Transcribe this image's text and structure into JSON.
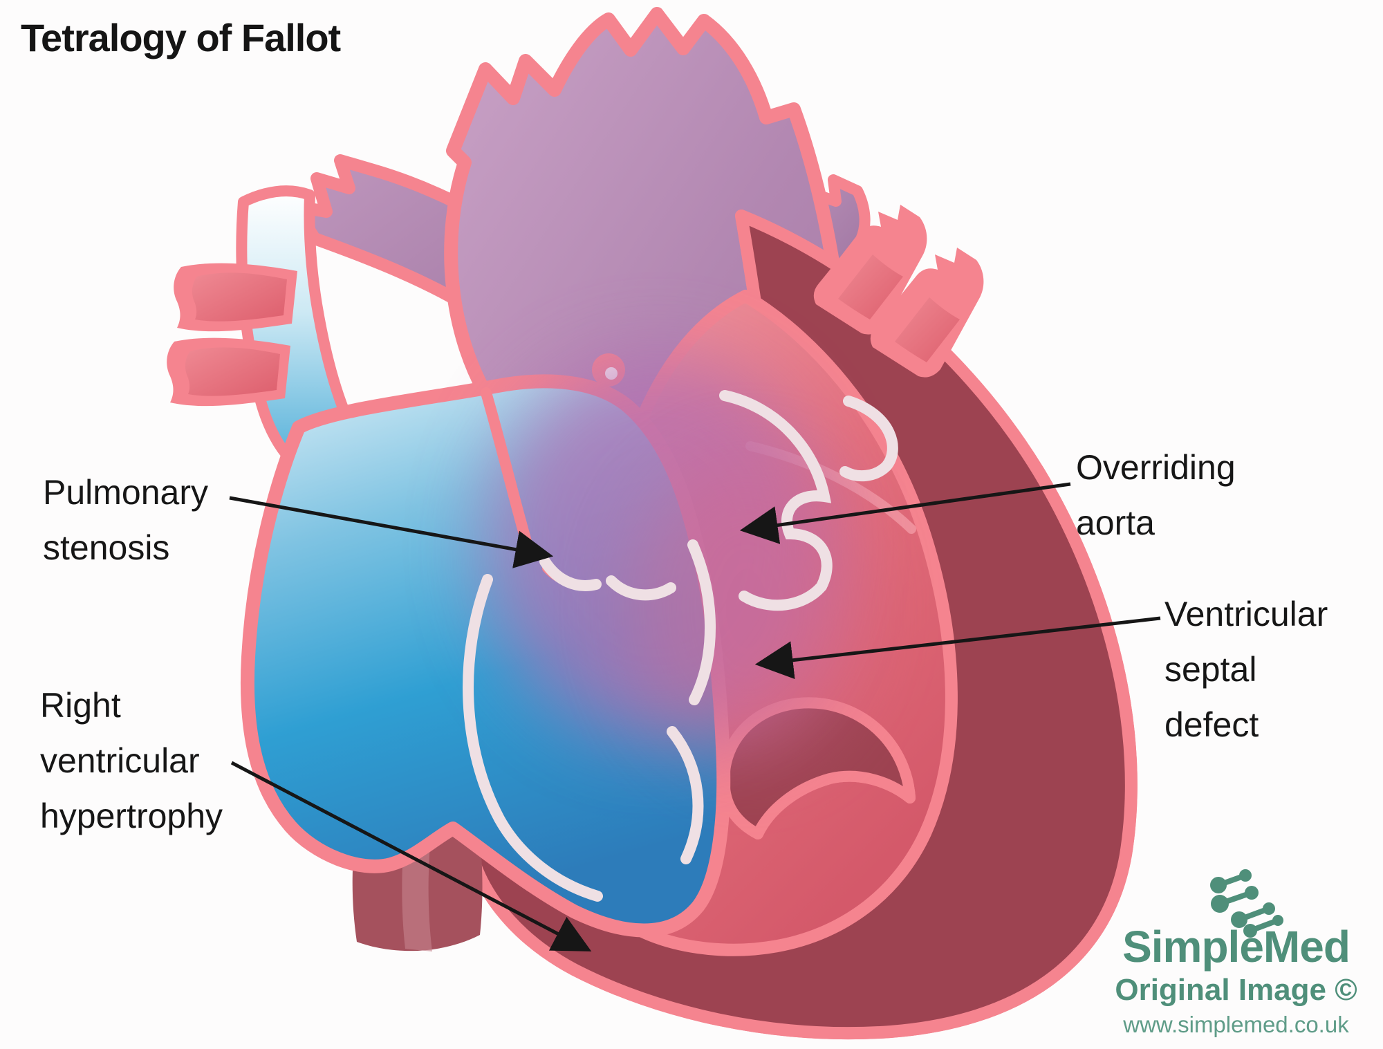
{
  "title": "Tetralogy of Fallot",
  "diagram": {
    "name": "Annotated cross-section of a heart with Tetralogy of Fallot",
    "labels": [
      {
        "id": "pulmonary-stenosis",
        "text": "Pulmonary\nstenosis"
      },
      {
        "id": "overriding-aorta",
        "text": "Overriding\naorta"
      },
      {
        "id": "ventricular-septal-defect",
        "text": "Ventricular\nseptal\ndefect"
      },
      {
        "id": "right-ventricular-hypertrophy",
        "text": "Right\nventricular\nhypertrophy"
      }
    ],
    "colors": {
      "background": "#fdfcfc",
      "outline_pink": "#f5848f",
      "deoxygenated_blue": "#2e9fd3",
      "oxygenated_red": "#dd6470",
      "mixed_purple": "#b184b0",
      "myocardium_dark_red": "#9d4351",
      "valve_cream": "#efe0e4",
      "annotation_black": "#161616"
    }
  },
  "watermark": {
    "brand": "SimpleMed",
    "credit": "Original Image ©",
    "url": "www.simplemed.co.uk",
    "color": "#4f8f7a",
    "icon": "molecule-logo-icon"
  }
}
